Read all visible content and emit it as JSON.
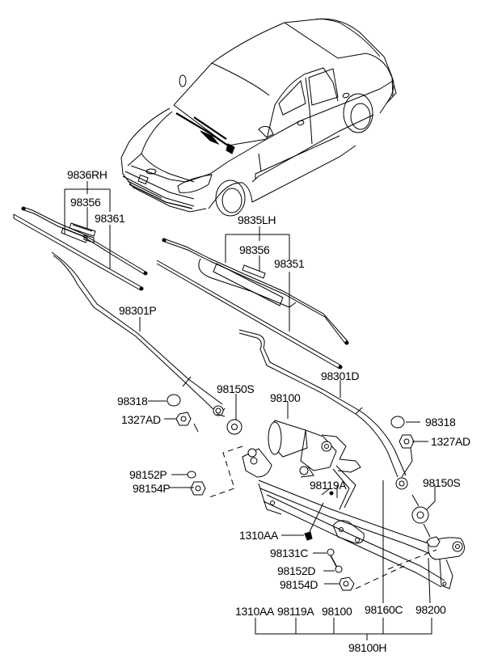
{
  "diagram": {
    "title": "Windshield Wiper Parts Diagram",
    "labels": {
      "assy_rh": "9836RH",
      "rh_insert": "98356",
      "rh_refill": "98361",
      "assy_lh": "9835LH",
      "lh_insert": "98356",
      "lh_refill": "98351",
      "arm_passenger": "98301P",
      "arm_driver": "98301D",
      "cap_left": "98318",
      "nut_left": "1327AD",
      "washer_left": "98150S",
      "motor": "98100",
      "cap_right": "98318",
      "nut_right": "1327AD",
      "washer_right": "98150S",
      "motor_bolt": "98119A",
      "pivot_cap_p": "98152P",
      "pivot_nut_p": "98154P",
      "nut_1310": "1310AA",
      "bolt_98131": "98131C",
      "pivot_cap_d": "98152D",
      "pivot_nut_d": "98154D",
      "bottom_1310": "1310AA",
      "bottom_98119": "98119A",
      "bottom_98100": "98100",
      "bottom_98160": "98160C",
      "bottom_98200": "98200",
      "linkage_assy": "98100H"
    }
  }
}
